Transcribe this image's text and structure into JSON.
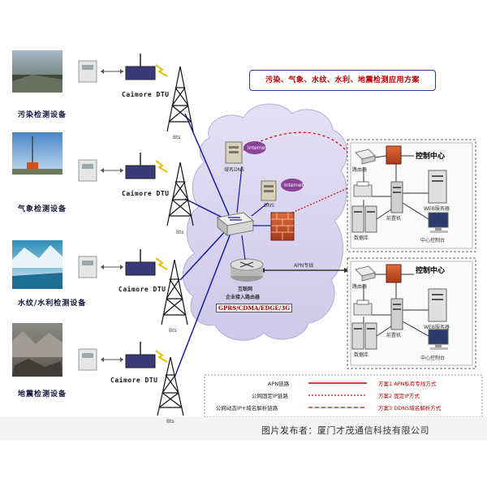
{
  "title": "污染、气象、水纹、水利、地震检测应用方案",
  "sites": [
    {
      "label": "污染检测设备",
      "dtu": "Caimore DTU",
      "bts": "Bts"
    },
    {
      "label": "气象检测设备",
      "dtu": "Caimore DTU",
      "bts": "Bts"
    },
    {
      "label": "水纹/水利检测设备",
      "dtu": "Caimore DTU",
      "bts": "Bts"
    },
    {
      "label": "地震检测设备",
      "dtu": "Caimore DTU",
      "bts": "Bts"
    }
  ],
  "cloud": {
    "dns_domain": "域名DNS",
    "dns": "DNS",
    "internet": "Internet",
    "router_line1": "互联网",
    "router_line2": "企业接入路由器",
    "networks": "GPRS/CDMA/EDGE/3G",
    "apn_line": "APN专线"
  },
  "control_centers": [
    {
      "title": "控制中心",
      "router": "路由器",
      "db": "数据库",
      "frontend": "前置机",
      "web": "WEB服务器",
      "console": "中心控制台"
    },
    {
      "title": "控制中心",
      "router": "路由器",
      "db": "数据库",
      "frontend": "前置机",
      "web": "WEB服务器",
      "console": "中心控制台"
    }
  ],
  "legend": {
    "left": [
      "APN链路",
      "公网固定IP链路",
      "公网动态IP+域名解析链路"
    ],
    "right": [
      "方案1 APN私有专线方式",
      "方案2 固定IP方式",
      "方案3 DDNS域名解析方式"
    ]
  },
  "footer": "图片发布者：厦门才茂通信科技有限公司",
  "colors": {
    "accent_red": "#cc0000",
    "link_blue": "#1a1aa8",
    "cloud": "#d8d4ef",
    "footer_bg": "#f4f4f4"
  }
}
